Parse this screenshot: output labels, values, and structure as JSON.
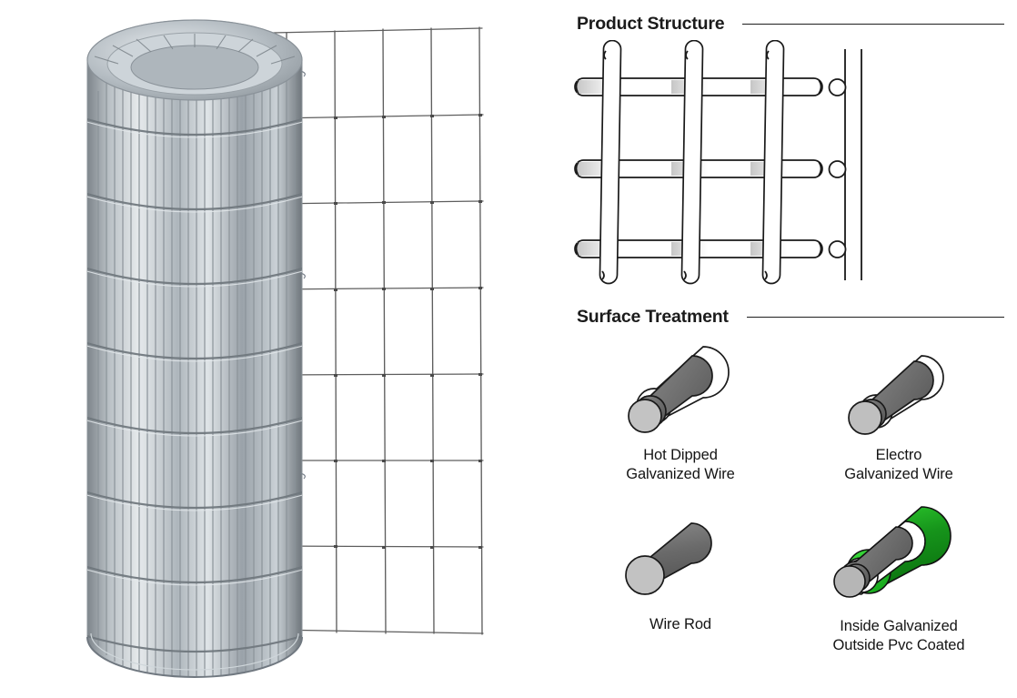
{
  "document": {
    "kind": "product-infographic",
    "background_color": "#ffffff"
  },
  "photo": {
    "caption_visible": false,
    "alt_name": "galvanized-welded-wire-mesh-roll",
    "roll": {
      "label": "welded wire mesh roll",
      "vertical_wire_count": 46,
      "band_count": 8
    },
    "sheet": {
      "label": "unrolled welded wire mesh sheet",
      "columns": 5,
      "rows": 8,
      "wire_color": "#5a5a5a"
    }
  },
  "sections": {
    "structure": {
      "title": "Product Structure",
      "diagram": {
        "type": "welded-mesh-schematic",
        "vertical_wires": 3,
        "horizontal_wires": 3,
        "side_view_wires": 2,
        "side_view_nodes": 3,
        "line_color": "#1a1a1a",
        "shade_color": "#c9c9c9"
      }
    },
    "surface": {
      "title": "Surface Treatment",
      "items": [
        {
          "icon": "hot-dipped-galvanized-wire-icon",
          "label": "Hot Dipped\nGalvanized Wire",
          "layers": [
            "coating",
            "zinc",
            "core"
          ],
          "colors": {
            "coating": "#ffffff",
            "zinc": "#6e6e6e",
            "core": "#bdbdbd",
            "outline": "#1a1a1a"
          }
        },
        {
          "icon": "electro-galvanized-wire-icon",
          "label": "Electro\nGalvanized Wire",
          "layers": [
            "coating",
            "zinc",
            "core"
          ],
          "colors": {
            "coating": "#ffffff",
            "zinc": "#6e6e6e",
            "core": "#b5b5b5",
            "outline": "#1a1a1a"
          }
        },
        {
          "icon": "wire-rod-icon",
          "label": "Wire Rod",
          "layers": [
            "core"
          ],
          "colors": {
            "body": "#6d6d6d",
            "core": "#c0c0c0",
            "outline": "#1a1a1a"
          }
        },
        {
          "icon": "inside-galvanized-outside-pvc-coated-icon",
          "label": "Inside Galvanized\nOutside Pvc Coated",
          "layers": [
            "pvc",
            "galvanized",
            "core"
          ],
          "colors": {
            "pvc_dark": "#1d8a1d",
            "pvc_light": "#27c127",
            "galvanized": "#ffffff",
            "zinc": "#6e6e6e",
            "core": "#b3b3b3",
            "outline": "#111111"
          }
        }
      ]
    }
  },
  "palette": {
    "text": "#141414",
    "heading": "#1b1b1b",
    "rule": "#1f1f1f",
    "accent_green": "#27c127",
    "metal_gray": "#6e6e6e"
  }
}
